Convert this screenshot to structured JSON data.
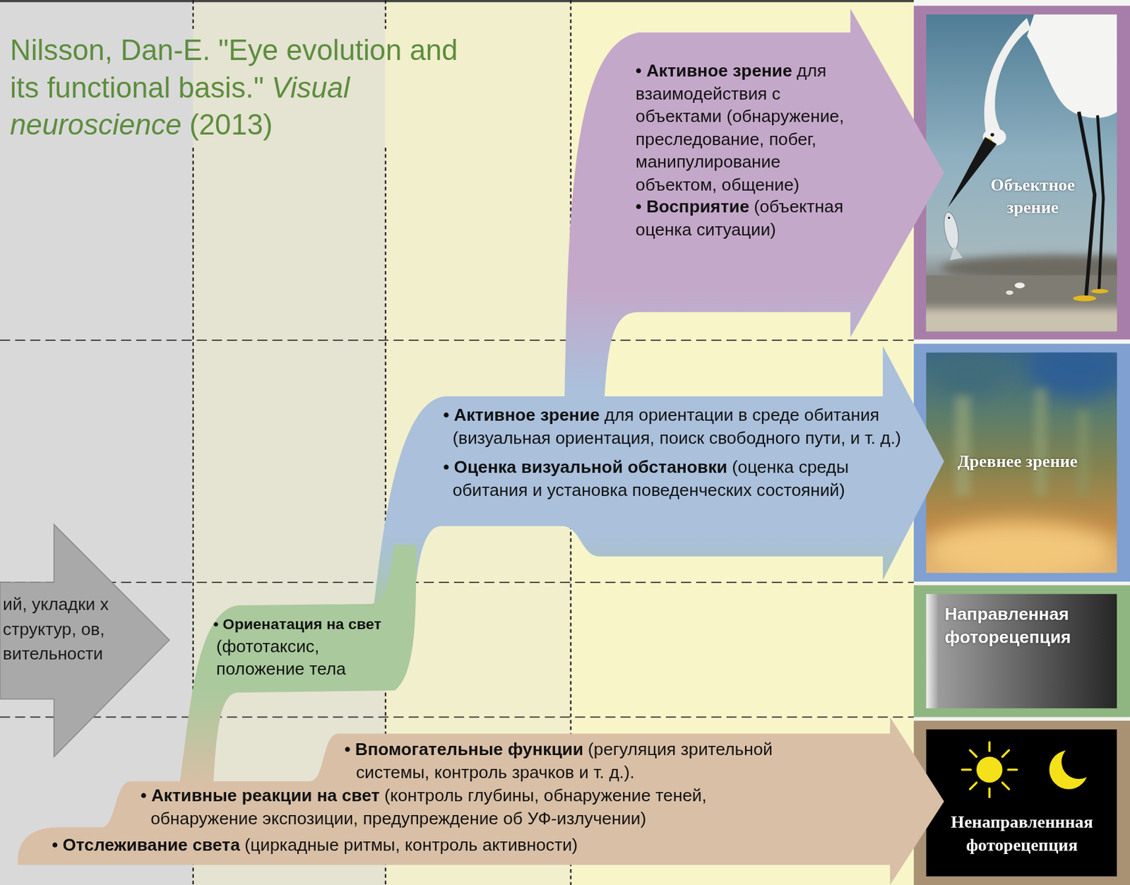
{
  "diagram": {
    "nodes": [
      {
        "text": [
          "•",
          "Активное зрение",
          "для взаимодействия с объектами (обнаружение, преследование, побег, манипулирование объектом, общение)",
          "•",
          "Восприятие",
          "(объектная оценка ситуации)"
        ]
      },
      {
        "text": [
          "Объектное зрение"
        ]
      },
      {
        "text": [
          "•",
          "Активное зрение",
          "для ориентации в среде обитания (визуальная ориентация, поиск свободного пути, и т. д.)",
          "•",
          "Оценка визуальной обстановки",
          "(оценка среды обитания и установка поведенческих состояний)"
        ]
      },
      {
        "text": [
          "Древнее зрение"
        ]
      },
      {
        "text": [
          "ий, укладки х структур, ов, вительности"
        ]
      },
      {
        "text": [
          "•",
          "Ориенатация на свет",
          "(фототаксис, положение тела"
        ]
      },
      {
        "text": [
          "Направленная фоторецепция"
        ]
      },
      {
        "text": [
          "•",
          "Впомогательные функции",
          "(регуляция зрительной системы, контроль зрачков и т. д.).",
          "•",
          "Активные реакции на свет",
          "(контроль глубины, обнаружение теней, обнаружение экспозиции, предупреждение об УФ-излучении)",
          "•",
          "Отслеживание света",
          "(циркадные ритмы, контроль активности)"
        ]
      },
      {
        "text": [
          "Ненаправленнная фоторецепция"
        ]
      }
    ],
    "labels": [
      "Nilsson, Dan-E. \"Eye evolution and its functional basis.\"",
      "Visual neuroscience",
      "(2013)"
    ]
  }
}
